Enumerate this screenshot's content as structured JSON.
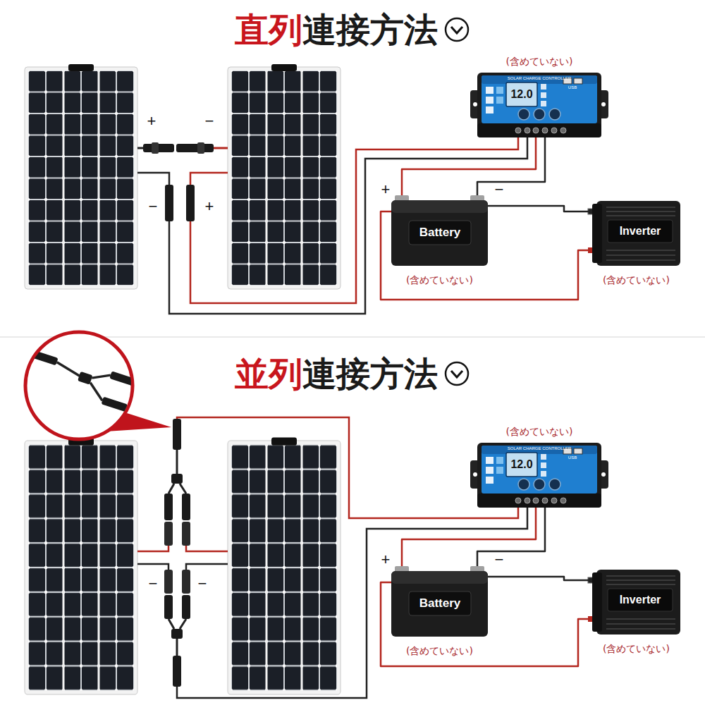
{
  "diagram": {
    "nodes": [
      {
        "text": [
          "(含めていない)",
          "SOLAR CHARGE CONTROLLER",
          "12.0",
          "USB"
        ]
      },
      {
        "text": [
          "Battery",
          "(含めていない)"
        ]
      },
      {
        "text": [
          "Inverter",
          "(含めていない)"
        ]
      },
      {
        "text": [
          "(含めていない)",
          "SOLAR CHARGE CONTROLLER",
          "12.0",
          "USB"
        ]
      },
      {
        "text": [
          "Battery",
          "(含めていない)"
        ]
      },
      {
        "text": [
          "Inverter",
          "(含めていない)"
        ]
      }
    ],
    "edges": [
      {
        "from": 0,
        "to": 1,
        "arrow": "none"
      },
      {
        "from": 0,
        "to": 1,
        "arrow": "none"
      },
      {
        "from": 1,
        "to": 2,
        "arrow": "none"
      },
      {
        "from": 1,
        "to": 2,
        "arrow": "none"
      },
      {
        "from": 3,
        "to": 4,
        "arrow": "none"
      },
      {
        "from": 3,
        "to": 4,
        "arrow": "none"
      },
      {
        "from": 4,
        "to": 5,
        "arrow": "none"
      },
      {
        "from": 4,
        "to": 5,
        "arrow": "none"
      }
    ],
    "labels": [
      "直列",
      "連接方法",
      "+",
      "−",
      "−",
      "+",
      "+",
      "−",
      "並列",
      "連接方法",
      "−",
      "−",
      "+",
      "−"
    ]
  }
}
